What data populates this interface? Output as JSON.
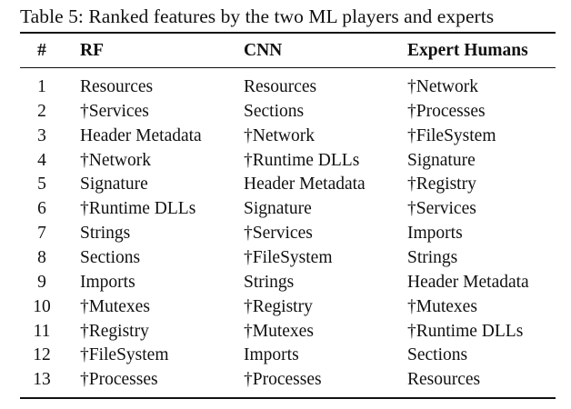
{
  "table": {
    "caption": "Table 5: Ranked features by the two ML players and experts",
    "headers": {
      "num": "#",
      "rf": "RF",
      "cnn": "CNN",
      "expert": "Expert Humans"
    },
    "rows": [
      {
        "num": "1",
        "rf": "Resources",
        "cnn": "Resources",
        "expert": "†Network"
      },
      {
        "num": "2",
        "rf": "†Services",
        "cnn": "Sections",
        "expert": "†Processes"
      },
      {
        "num": "3",
        "rf": "Header Metadata",
        "cnn": "†Network",
        "expert": "†FileSystem"
      },
      {
        "num": "4",
        "rf": "†Network",
        "cnn": "†Runtime DLLs",
        "expert": "Signature"
      },
      {
        "num": "5",
        "rf": "Signature",
        "cnn": "Header Metadata",
        "expert": "†Registry"
      },
      {
        "num": "6",
        "rf": "†Runtime DLLs",
        "cnn": "Signature",
        "expert": "†Services"
      },
      {
        "num": "7",
        "rf": "Strings",
        "cnn": "†Services",
        "expert": "Imports"
      },
      {
        "num": "8",
        "rf": "Sections",
        "cnn": "†FileSystem",
        "expert": "Strings"
      },
      {
        "num": "9",
        "rf": "Imports",
        "cnn": "Strings",
        "expert": "Header Metadata"
      },
      {
        "num": "10",
        "rf": "†Mutexes",
        "cnn": "†Registry",
        "expert": "†Mutexes"
      },
      {
        "num": "11",
        "rf": "†Registry",
        "cnn": "†Mutexes",
        "expert": "†Runtime DLLs"
      },
      {
        "num": "12",
        "rf": "†FileSystem",
        "cnn": "Imports",
        "expert": "Sections"
      },
      {
        "num": "13",
        "rf": "†Processes",
        "cnn": "†Processes",
        "expert": "Resources"
      }
    ]
  }
}
